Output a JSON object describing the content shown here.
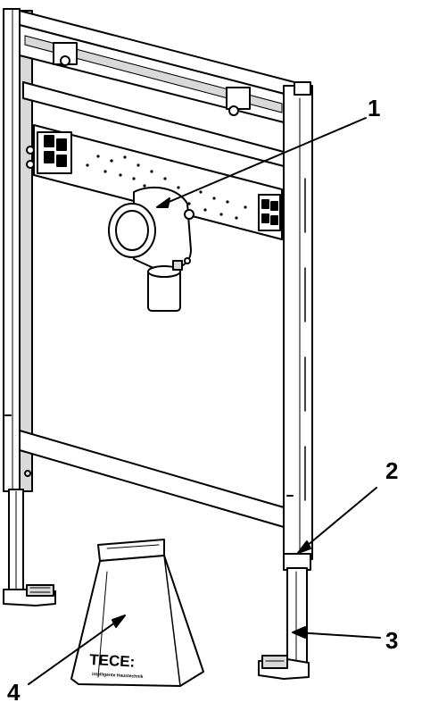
{
  "callouts": [
    {
      "id": "1",
      "label": "1"
    },
    {
      "id": "2",
      "label": "2"
    },
    {
      "id": "3",
      "label": "3"
    },
    {
      "id": "4",
      "label": "4"
    }
  ],
  "bag": {
    "brand": "TECE:",
    "tagline": "intelligente Haustechnik"
  },
  "colors": {
    "line": "#000000",
    "background": "#ffffff",
    "shade": "#d9d9d9"
  }
}
